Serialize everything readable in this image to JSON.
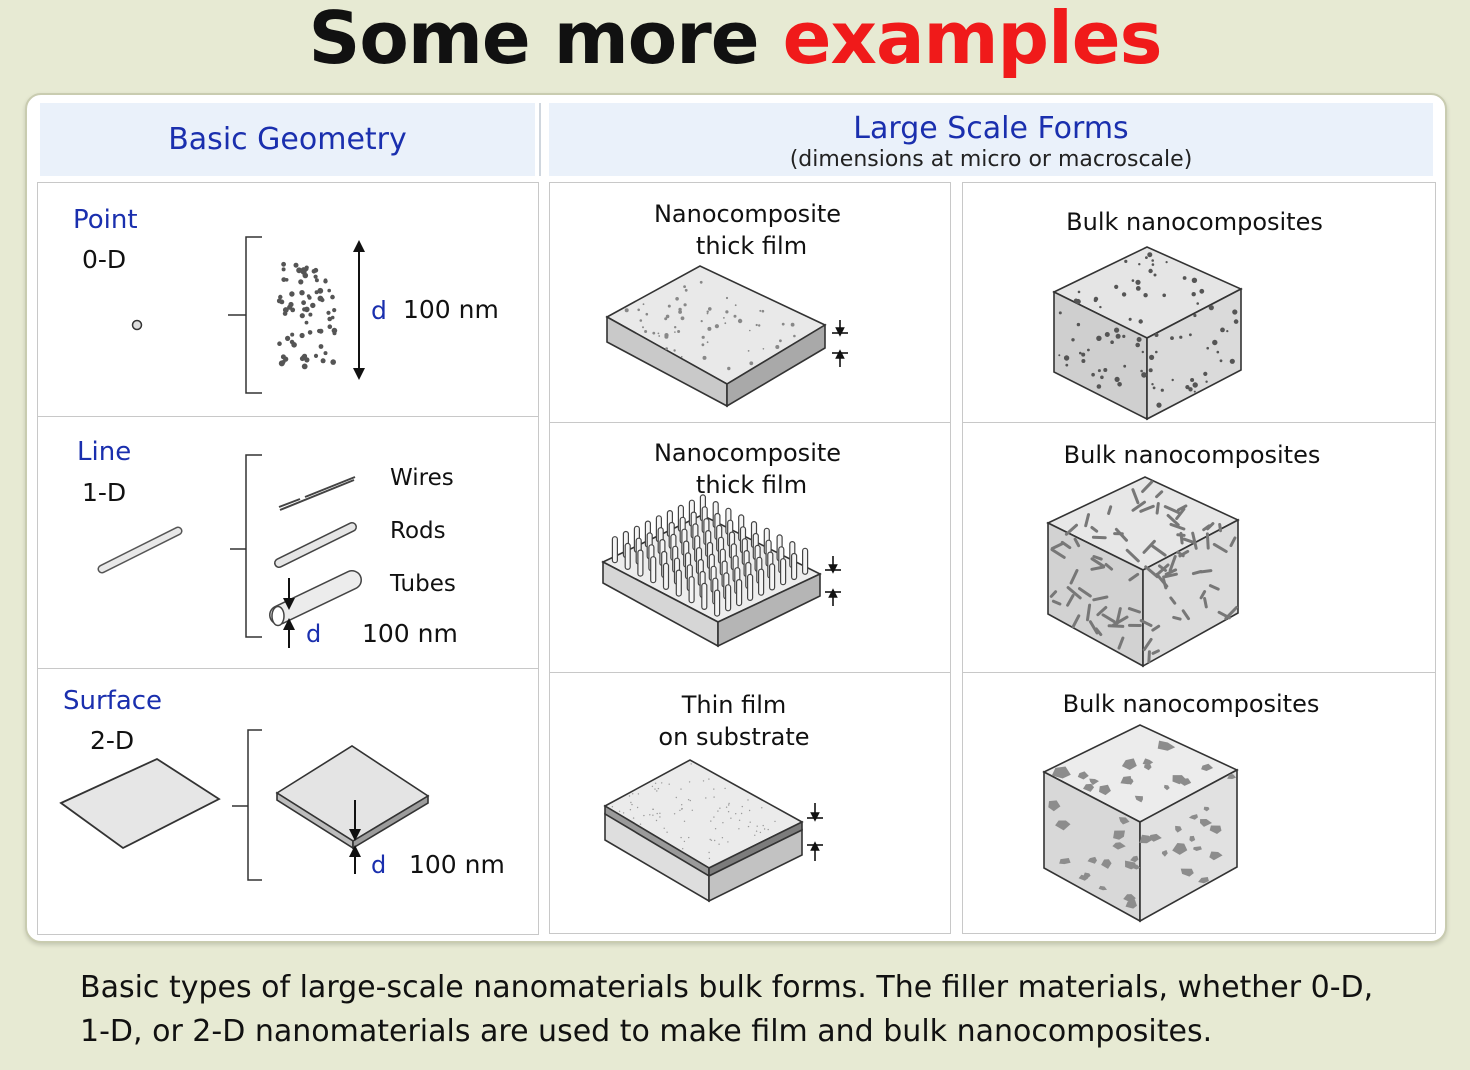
{
  "title": {
    "main": "Some more",
    "accent": "examples"
  },
  "basic_geometry": {
    "header": "Basic Geometry",
    "rows": [
      {
        "name": "Point",
        "dim": "0-D",
        "d_label": "d",
        "size": "100 nm"
      },
      {
        "name": "Line",
        "dim": "1-D",
        "items": [
          "Wires",
          "Rods",
          "Tubes"
        ],
        "d_label": "d",
        "size": "100 nm"
      },
      {
        "name": "Surface",
        "dim": "2-D",
        "d_label": "d",
        "size": "100 nm"
      }
    ]
  },
  "large_scale": {
    "header": "Large Scale Forms",
    "subheader": "(dimensions at micro or macroscale)",
    "films": [
      {
        "line1": "Nanocomposite",
        "line2": "thick film"
      },
      {
        "line1": "Nanocomposite",
        "line2": "thick film"
      },
      {
        "line1": "Thin film",
        "line2": "on substrate"
      }
    ],
    "bulk": [
      "Bulk nanocomposites",
      "Bulk nanocomposites",
      "Bulk nanocomposites"
    ]
  },
  "caption": "Basic types of large-scale nanomaterials bulk forms. The filler materials, whether 0-D, 1-D, or 2-D nanomaterials are used to make film and bulk nanocomposites.",
  "colors": {
    "accent": "#f01a1a",
    "heading_blue": "#1a2fae",
    "background": "#e7ead3",
    "header_fill": "#eaf1fa"
  }
}
